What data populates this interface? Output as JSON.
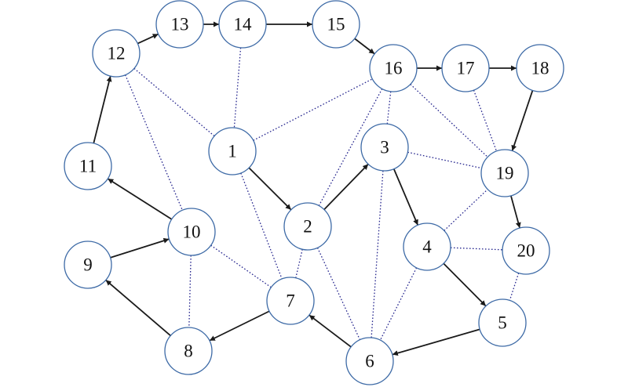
{
  "diagram": {
    "nodes": [
      {
        "id": "1",
        "label": "1"
      },
      {
        "id": "2",
        "label": "2"
      },
      {
        "id": "3",
        "label": "3"
      },
      {
        "id": "4",
        "label": "4"
      },
      {
        "id": "5",
        "label": "5"
      },
      {
        "id": "6",
        "label": "6"
      },
      {
        "id": "7",
        "label": "7"
      },
      {
        "id": "8",
        "label": "8"
      },
      {
        "id": "9",
        "label": "9"
      },
      {
        "id": "10",
        "label": "10"
      },
      {
        "id": "11",
        "label": "11"
      },
      {
        "id": "12",
        "label": "12"
      },
      {
        "id": "13",
        "label": "13"
      },
      {
        "id": "14",
        "label": "14"
      },
      {
        "id": "15",
        "label": "15"
      },
      {
        "id": "16",
        "label": "16"
      },
      {
        "id": "17",
        "label": "17"
      },
      {
        "id": "18",
        "label": "18"
      },
      {
        "id": "19",
        "label": "19"
      },
      {
        "id": "20",
        "label": "20"
      }
    ],
    "directed_edges": [
      [
        "1",
        "2"
      ],
      [
        "2",
        "3"
      ],
      [
        "3",
        "4"
      ],
      [
        "4",
        "5"
      ],
      [
        "5",
        "6"
      ],
      [
        "6",
        "7"
      ],
      [
        "7",
        "8"
      ],
      [
        "8",
        "9"
      ],
      [
        "9",
        "10"
      ],
      [
        "10",
        "11"
      ],
      [
        "11",
        "12"
      ],
      [
        "12",
        "13"
      ],
      [
        "13",
        "14"
      ],
      [
        "14",
        "15"
      ],
      [
        "15",
        "16"
      ],
      [
        "16",
        "17"
      ],
      [
        "17",
        "18"
      ],
      [
        "18",
        "19"
      ],
      [
        "19",
        "20"
      ]
    ],
    "dotted_edges": [
      [
        "12",
        "1"
      ],
      [
        "14",
        "1"
      ],
      [
        "1",
        "16"
      ],
      [
        "1",
        "7"
      ],
      [
        "12",
        "10"
      ],
      [
        "10",
        "8"
      ],
      [
        "10",
        "7"
      ],
      [
        "16",
        "3"
      ],
      [
        "16",
        "2"
      ],
      [
        "16",
        "19"
      ],
      [
        "17",
        "19"
      ],
      [
        "3",
        "19"
      ],
      [
        "3",
        "6"
      ],
      [
        "2",
        "7"
      ],
      [
        "2",
        "6"
      ],
      [
        "4",
        "6"
      ],
      [
        "4",
        "19"
      ],
      [
        "4",
        "20"
      ],
      [
        "20",
        "5"
      ]
    ],
    "colors": {
      "node_stroke": "#3d6aa6",
      "arrow": "#1a1a1a",
      "dotted": "#27278f"
    }
  }
}
